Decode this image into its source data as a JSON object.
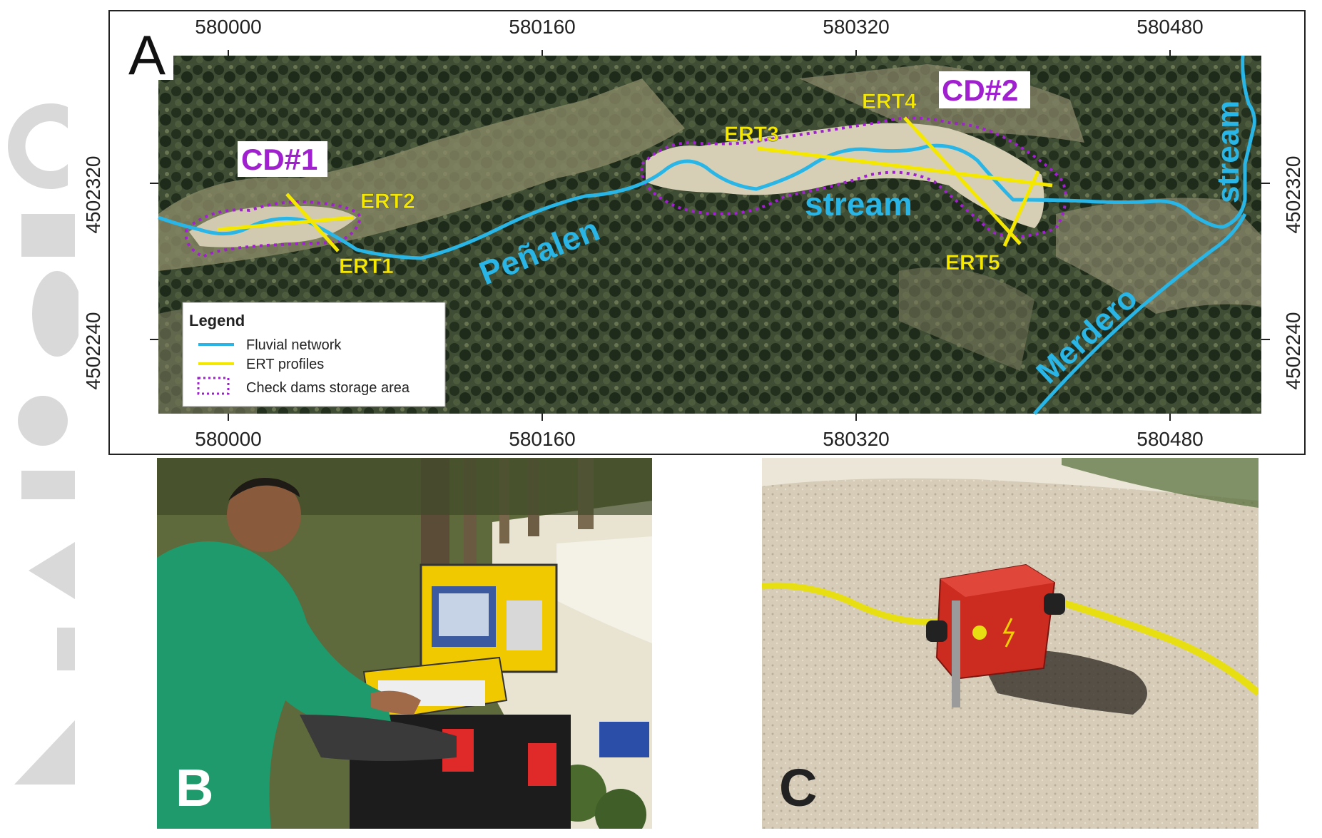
{
  "panel_a": {
    "letter": "A",
    "x_ticks": [
      "580000",
      "580160",
      "580320",
      "580480"
    ],
    "y_ticks": [
      "4502320",
      "4502240"
    ],
    "labels": {
      "cd1": "CD#1",
      "cd2": "CD#2",
      "ert1": "ERT1",
      "ert2": "ERT2",
      "ert3": "ERT3",
      "ert4": "ERT4",
      "ert5": "ERT5",
      "penalen": "Peñalen",
      "stream1": "stream",
      "stream2": "stream",
      "merdero": "Merdero"
    },
    "legend": {
      "title": "Legend",
      "items": [
        {
          "label": "Fluvial network",
          "color": "#29b6e6"
        },
        {
          "label": "ERT profiles",
          "color": "#f5e800"
        },
        {
          "label": "Check dams storage area",
          "color": "#a020d0"
        }
      ]
    }
  },
  "panel_b": {
    "letter": "B"
  },
  "panel_c": {
    "letter": "C"
  },
  "colors": {
    "river": "#29b6e6",
    "ert": "#f5e800",
    "checkdam": "#a020d0",
    "label_yellow": "#f5e800",
    "forest_dark": "#2a3a24",
    "clearing": "#c9c0a4"
  }
}
